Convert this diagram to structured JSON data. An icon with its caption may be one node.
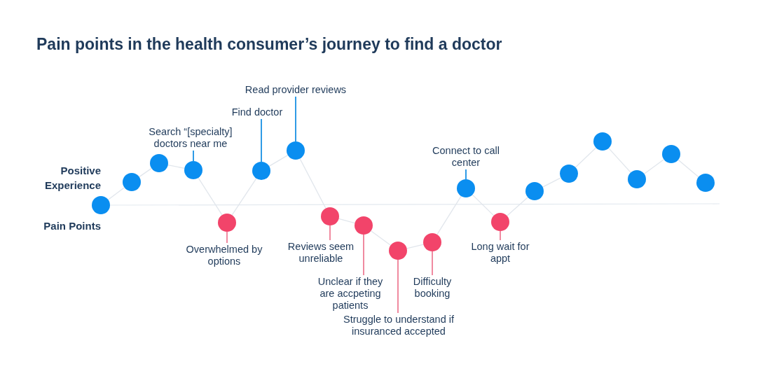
{
  "diagram": {
    "title": "Pain points in the health consumer’s journey to find a doctor",
    "nodes": [
      {
        "text": [],
        "shape": "circle"
      },
      {
        "text": [],
        "shape": "circle"
      },
      {
        "text": [],
        "shape": "circle"
      },
      {
        "text": [],
        "shape": "circle"
      },
      {
        "text": [],
        "shape": "circle"
      },
      {
        "text": [],
        "shape": "circle"
      },
      {
        "text": [],
        "shape": "circle"
      },
      {
        "text": [],
        "shape": "circle"
      },
      {
        "text": [],
        "shape": "circle"
      },
      {
        "text": [],
        "shape": "circle"
      },
      {
        "text": [],
        "shape": "circle"
      },
      {
        "text": [],
        "shape": "circle"
      },
      {
        "text": [],
        "shape": "circle"
      },
      {
        "text": [],
        "shape": "circle"
      },
      {
        "text": [],
        "shape": "circle"
      },
      {
        "text": [],
        "shape": "circle"
      },
      {
        "text": [],
        "shape": "circle"
      },
      {
        "text": [],
        "shape": "circle"
      },
      {
        "text": [],
        "shape": "circle"
      },
      {
        "text": [
          "Search “[specialty] doctors near me"
        ]
      },
      {
        "text": [
          "Find doctor"
        ]
      },
      {
        "text": [
          "Read provider reviews"
        ]
      },
      {
        "text": [
          "Overwhelmed by options"
        ]
      },
      {
        "text": [
          "Reviews seem unreliable"
        ]
      },
      {
        "text": [
          "Unclear if they are accpeting patients"
        ]
      },
      {
        "text": [
          "Struggle to understand if insuranced accepted"
        ]
      },
      {
        "text": [
          "Difficulty booking"
        ]
      },
      {
        "text": [
          "Connect to call center"
        ]
      },
      {
        "text": [
          "Long wait for appt"
        ]
      }
    ],
    "edges": [
      {
        "from": 0,
        "to": 1,
        "arrow": "none"
      },
      {
        "from": 1,
        "to": 2,
        "arrow": "none"
      },
      {
        "from": 2,
        "to": 3,
        "arrow": "none"
      },
      {
        "from": 3,
        "to": 4,
        "arrow": "none"
      },
      {
        "from": 4,
        "to": 5,
        "arrow": "none"
      },
      {
        "from": 5,
        "to": 6,
        "arrow": "none"
      },
      {
        "from": 6,
        "to": 7,
        "arrow": "none"
      },
      {
        "from": 7,
        "to": 8,
        "arrow": "none"
      },
      {
        "from": 8,
        "to": 9,
        "arrow": "none"
      },
      {
        "from": 9,
        "to": 10,
        "arrow": "none"
      },
      {
        "from": 10,
        "to": 11,
        "arrow": "none"
      },
      {
        "from": 11,
        "to": 12,
        "arrow": "none"
      },
      {
        "from": 12,
        "to": 13,
        "arrow": "none"
      },
      {
        "from": 13,
        "to": 14,
        "arrow": "none"
      },
      {
        "from": 14,
        "to": 15,
        "arrow": "none"
      },
      {
        "from": 15,
        "to": 16,
        "arrow": "none"
      },
      {
        "from": 16,
        "to": 17,
        "arrow": "none"
      },
      {
        "from": 17,
        "to": 18,
        "arrow": "none"
      },
      {
        "from": 19,
        "to": 3,
        "arrow": "none",
        "color": "#2f9be6"
      },
      {
        "from": 20,
        "to": 5,
        "arrow": "none",
        "color": "#2f9be6"
      },
      {
        "from": 21,
        "to": 6,
        "arrow": "none",
        "color": "#2f9be6"
      },
      {
        "from": 22,
        "to": 4,
        "arrow": "none",
        "color": "#f08aa0"
      },
      {
        "from": 23,
        "to": 7,
        "arrow": "none",
        "color": "#f08aa0"
      },
      {
        "from": 24,
        "to": 8,
        "arrow": "none",
        "color": "#f08aa0"
      },
      {
        "from": 25,
        "to": 9,
        "arrow": "none",
        "color": "#f08aa0"
      },
      {
        "from": 26,
        "to": 10,
        "arrow": "none",
        "color": "#f08aa0"
      },
      {
        "from": 27,
        "to": 11,
        "arrow": "none",
        "color": "#2f9be6"
      },
      {
        "from": 28,
        "to": 12,
        "arrow": "none",
        "color": "#f08aa0"
      }
    ],
    "labels": [
      "Positive Experience",
      "Pain Points"
    ]
  }
}
